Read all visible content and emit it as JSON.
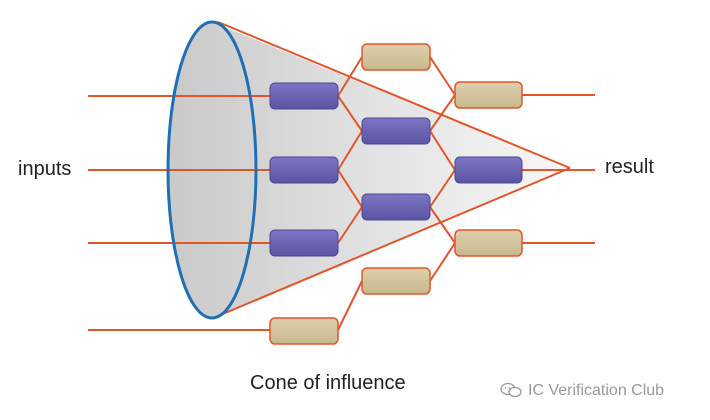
{
  "labels": {
    "inputs": "inputs",
    "result": "result",
    "caption": "Cone of influence"
  },
  "watermark": {
    "text": "IC Verification Club",
    "icon": "chat-bubbles-icon"
  },
  "colors": {
    "wire": "#e2552a",
    "ellipse": "#1f6fb5",
    "cone_fill_dark": "#cfcfcf",
    "cone_fill_light": "#f3f3f3",
    "logic_in_cone": "#6a64b3",
    "logic_out_cone": "#d2c39c"
  }
}
